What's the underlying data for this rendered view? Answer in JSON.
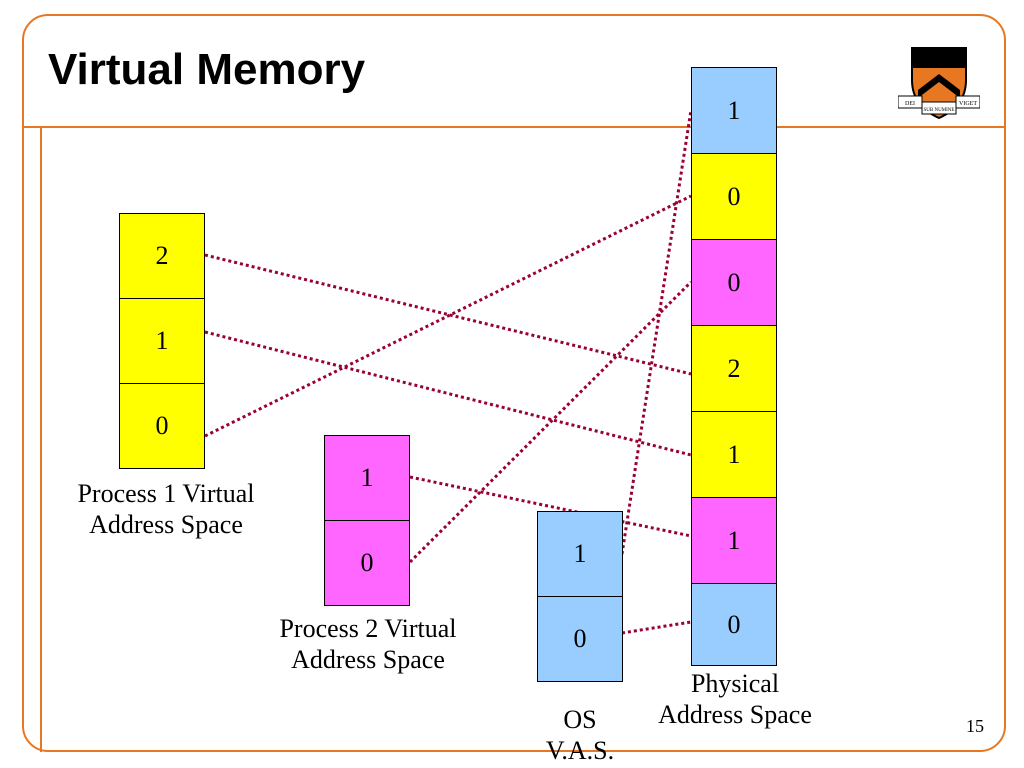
{
  "slide": {
    "title": "Virtual Memory",
    "page_number": "15"
  },
  "logo": {
    "icon": "princeton-shield-icon",
    "motto_left": "DEI",
    "motto_center": "SUB NUMINE",
    "motto_right": "VIGET"
  },
  "process1": {
    "caption_line1": "Process 1 Virtual",
    "caption_line2": "Address Space",
    "pages": [
      "2",
      "1",
      "0"
    ]
  },
  "process2": {
    "caption_line1": "Process 2 Virtual",
    "caption_line2": "Address Space",
    "pages": [
      "1",
      "0"
    ]
  },
  "os": {
    "caption_line1": "OS",
    "caption_line2": "V.A.S.",
    "pages": [
      "1",
      "0"
    ]
  },
  "physical": {
    "caption_line1": "Physical",
    "caption_line2": "Address Space",
    "frames": [
      "1",
      "0",
      "0",
      "2",
      "1",
      "1",
      "0"
    ]
  },
  "colors": {
    "border": "#e87722",
    "process1": "#ffff00",
    "process2": "#ff66ff",
    "os": "#99ccff",
    "mapping_line": "#990033"
  }
}
